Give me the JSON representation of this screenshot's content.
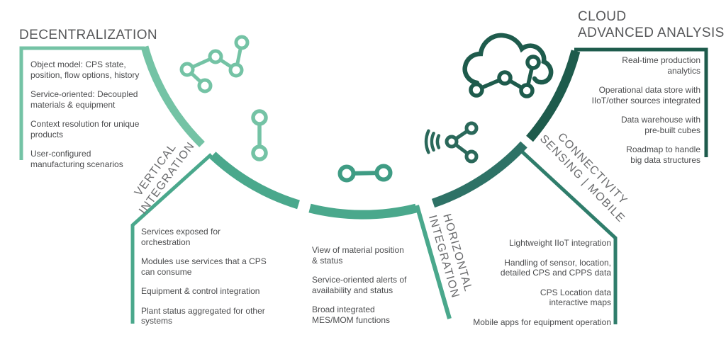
{
  "colors": {
    "teal_light": "#74c3a5",
    "teal_medium": "#4aa88c",
    "teal_deep": "#2e7266",
    "teal_dark": "#1e5b4c",
    "teal_bracket": "#2f7d6b",
    "teal_icon_link": "#3f9c84",
    "teal_icon_wifi": "#2a685a",
    "heading_text": "#57585a",
    "body_text": "#4b4c4e",
    "label_text": "#6b6c6e"
  },
  "sections": {
    "decentralization": {
      "title": "DECENTRALIZATION",
      "items": [
        "Object model: CPS state,\nposition, flow options, history",
        "Service-oriented: Decoupled\nmaterials & equipment",
        "Context resolution for unique\nproducts",
        "User-configured\nmanufacturing scenarios"
      ]
    },
    "vertical_integration": {
      "label": "VERTICAL\nINTEGRATION",
      "items": [
        "Services exposed for\norchestration",
        "Modules use services that a CPS\ncan consume",
        "Equipment & control integration",
        "Plant status aggregated for other\nsystems"
      ]
    },
    "horizontal_integration": {
      "label": "HORIZONTAL\nINTEGRATION",
      "items": [
        "View of material position\n& status",
        "Service-oriented alerts of\navailability and status",
        "Broad integrated\nMES/MOM functions"
      ]
    },
    "connectivity": {
      "label": "CONNECTIVITY\nSENSING | MOBILE",
      "items": [
        "Lightweight IIoT integration",
        "Handling of sensor, location,\ndetailed CPS and CPPS data",
        "CPS Location data\ninteractive maps",
        "Mobile apps for equipment operation"
      ]
    },
    "cloud_advanced_analysis": {
      "title": "CLOUD\nADVANCED ANALYSIS",
      "items": [
        "Real-time production\nanalytics",
        "Operational data store with\nIIoT/other sources integrated",
        "Data warehouse with\npre-built cubes",
        "Roadmap to handle\nbig data structures"
      ]
    }
  },
  "icons": {
    "network_nodes": "network-nodes-icon",
    "vertical_link": "vertical-link-icon",
    "horizontal_link": "horizontal-link-icon",
    "wireless_sensor": "wireless-sensor-icon",
    "cloud_network": "cloud-network-icon"
  }
}
